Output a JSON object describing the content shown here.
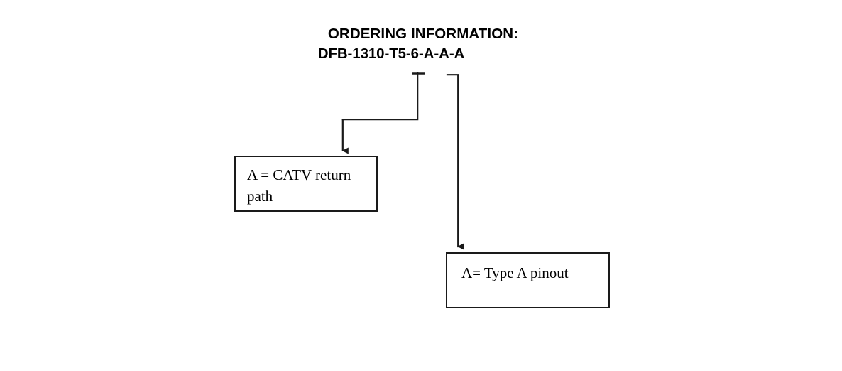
{
  "document": {
    "background_color": "#ffffff",
    "line_color": "#1a1a1a",
    "text_color": "#000000"
  },
  "heading": {
    "title": "ORDERING INFORMATION:",
    "part_number": "DFB-1310-T5-6-A-A-A"
  },
  "callouts": [
    {
      "id": "catv-return-path",
      "text": "A = CATV return path",
      "refers_to_segment": "A (7th field)"
    },
    {
      "id": "type-a-pinout",
      "text": "A= Type A pinout",
      "refers_to_segment": "A (8th field)"
    }
  ],
  "connectors": [
    {
      "id": "connector-catv-return-path",
      "from": "part-number-segment-7",
      "to": "box-catv-return-path",
      "arrowhead": "down"
    },
    {
      "id": "connector-type-a-pinout",
      "from": "part-number-segment-8",
      "to": "box-type-a-pinout",
      "arrowhead": "down"
    }
  ]
}
